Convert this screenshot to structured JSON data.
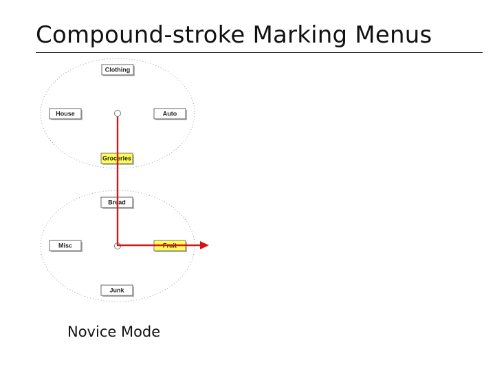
{
  "slide": {
    "title": "Compound-stroke Marking Menus",
    "caption": "Novice Mode"
  },
  "colors": {
    "highlight": "#ffff55",
    "stroke": "#d11515",
    "ring": "#9a9a9a"
  },
  "menus": {
    "top": {
      "items": {
        "north": "Clothing",
        "west": "House",
        "east": "Auto",
        "south": "Groceries"
      },
      "selected": "Groceries"
    },
    "bottom": {
      "items": {
        "north": "Bread",
        "west": "Misc",
        "east": "Fruit",
        "south": "Junk"
      },
      "selected": "Fruit"
    }
  }
}
